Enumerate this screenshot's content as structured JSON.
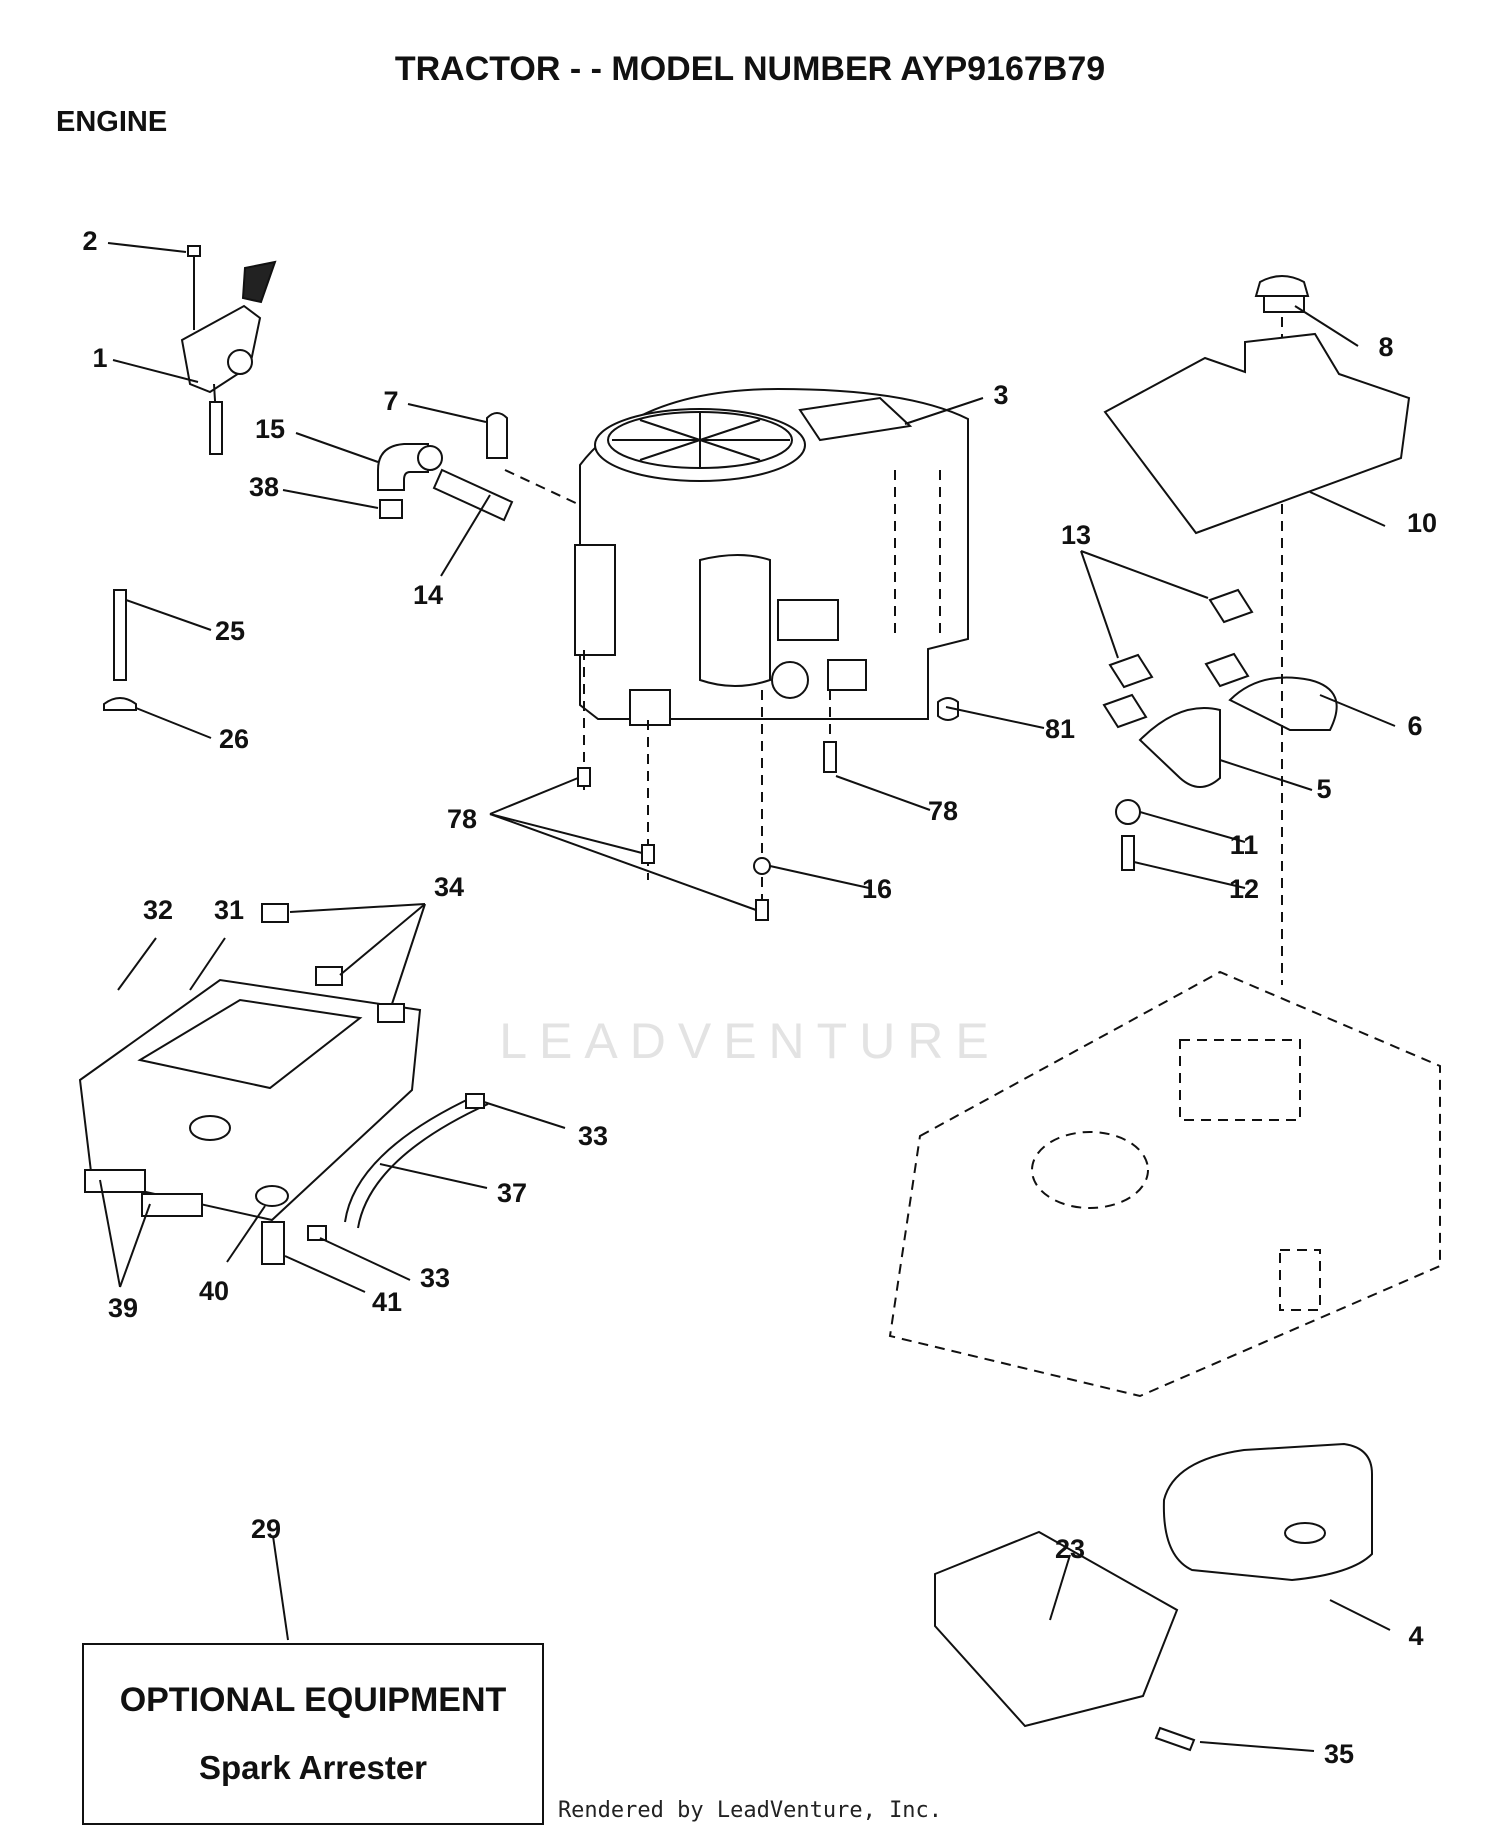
{
  "header": {
    "title": "TRACTOR - - MODEL NUMBER AYP9167B79",
    "section": "ENGINE"
  },
  "watermark": "LEADVENTURE",
  "optional_box": {
    "title": "OPTIONAL EQUIPMENT",
    "subtitle": "Spark Arrester"
  },
  "footer": "Rendered by LeadVenture, Inc.",
  "callouts": {
    "c1": "1",
    "c2": "2",
    "c3": "3",
    "c4": "4",
    "c5": "5",
    "c6": "6",
    "c7": "7",
    "c8": "8",
    "c10": "10",
    "c11": "11",
    "c12": "12",
    "c13": "13",
    "c14": "14",
    "c15": "15",
    "c16": "16",
    "c23": "23",
    "c25": "25",
    "c26": "26",
    "c29": "29",
    "c31": "31",
    "c32": "32",
    "c33a": "33",
    "c33b": "33",
    "c34": "34",
    "c35": "35",
    "c37": "37",
    "c38": "38",
    "c39": "39",
    "c40": "40",
    "c41": "41",
    "c78a": "78",
    "c78b": "78",
    "c81": "81"
  }
}
